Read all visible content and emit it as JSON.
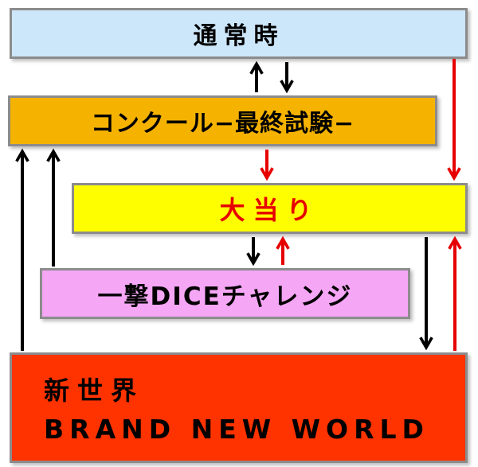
{
  "boxes": {
    "normal": {
      "label": "通常時",
      "fill": "#cce6fa",
      "text_color": "#000000"
    },
    "concours": {
      "label": "コンクール−最終試験−",
      "fill": "#f5b300",
      "text_color": "#000000"
    },
    "bonus": {
      "label": "大当り",
      "fill": "#fffe00",
      "text_color": "#e60000"
    },
    "dice": {
      "label": "一撃DICEチャレンジ",
      "fill": "#f5a6f5",
      "text_color": "#000000"
    },
    "new_world": {
      "title": "新世界",
      "subtitle": "BRAND NEW WORLD",
      "fill": "#ff3300",
      "text_color": "#000000"
    }
  },
  "arrow_colors": {
    "black": "#000000",
    "red": "#e60000"
  }
}
